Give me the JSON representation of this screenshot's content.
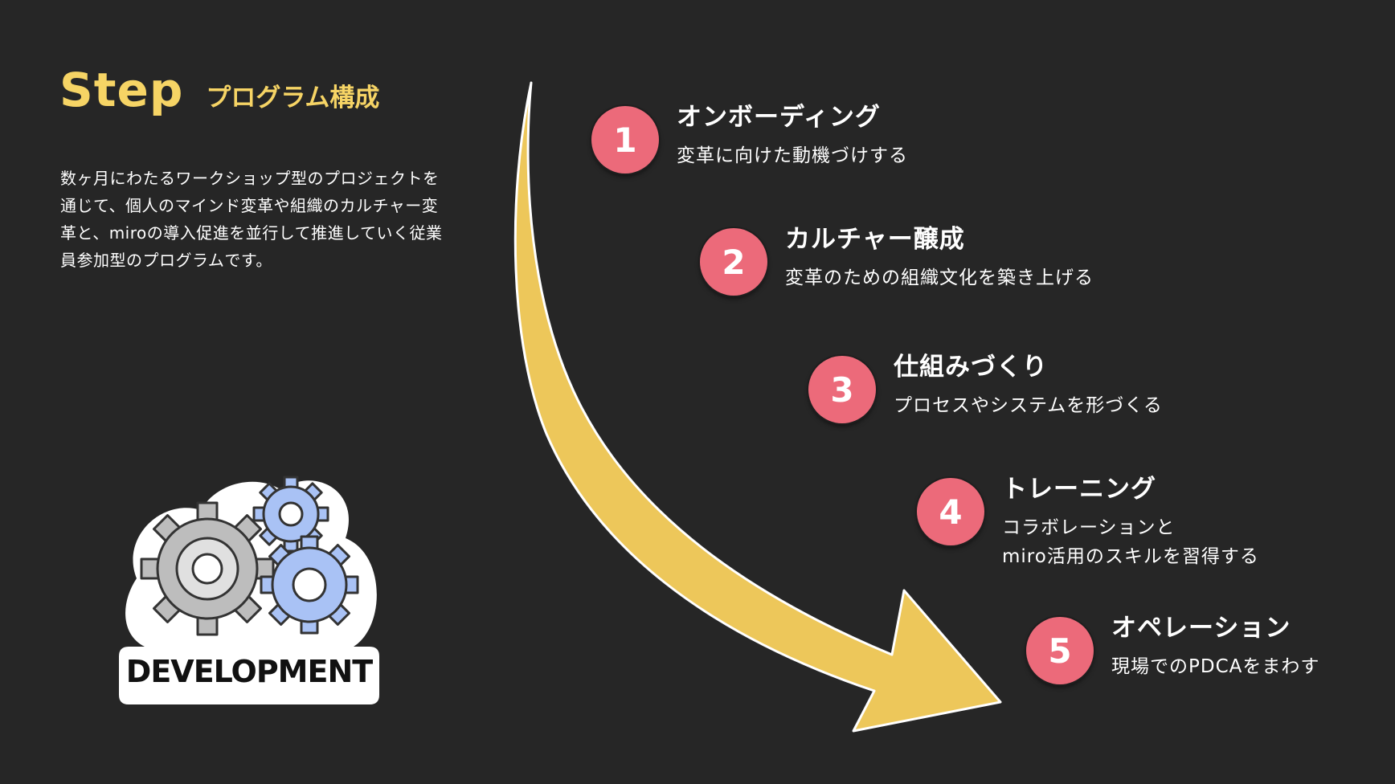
{
  "header": {
    "step_word": "Step",
    "title": "プログラム構成"
  },
  "description": "数ヶ月にわたるワークショップ型のプロジェクトを通じて、個人のマインド変革や組織のカルチャー変革と、miroの導入促進を並行して推進していく従業員参加型のプログラムです。",
  "steps": [
    {
      "number": "1",
      "title": "オンボーディング",
      "desc": "変革に向けた動機づけする"
    },
    {
      "number": "2",
      "title": "カルチャー醸成",
      "desc": "変革のための組織文化を築き上げる"
    },
    {
      "number": "3",
      "title": "仕組みづくり",
      "desc": "プロセスやシステムを形づくる"
    },
    {
      "number": "4",
      "title": "トレーニング",
      "desc": "コラボレーションと\nmiro活用のスキルを習得する"
    },
    {
      "number": "5",
      "title": "オペレーション",
      "desc": "現場でのPDCAをまわす"
    }
  ],
  "illustration": {
    "label": "DEVELOPMENT",
    "icon": "gears-icon"
  },
  "colors": {
    "background": "#262626",
    "accent_yellow": "#f6d465",
    "arrow": "#edc75a",
    "step_circle": "#ec6a7a"
  }
}
